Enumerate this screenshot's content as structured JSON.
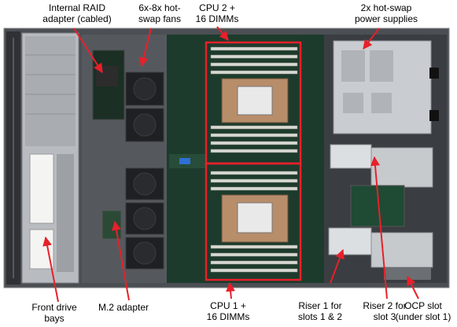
{
  "labels": {
    "raid": "Internal RAID\nadapter (cabled)",
    "fans": "6x-8x hot-\nswap fans",
    "cpu2": "CPU 2 +\n16 DIMMs",
    "psu": "2x hot-swap\npower supplies",
    "drives": "Front drive\nbays",
    "m2": "M.2 adapter",
    "cpu1": "CPU 1 +\n16 DIMMs",
    "riser1": "Riser 1 for\nslots 1 & 2",
    "riser2": "Riser 2 for\nslot 3",
    "ocp": "OCP slot\n(under slot 1)"
  },
  "colors": {
    "highlight": "#e8202a",
    "chassis": "#5a5e63",
    "board": "#1d3b2c",
    "metal": "#c9ccd0"
  }
}
